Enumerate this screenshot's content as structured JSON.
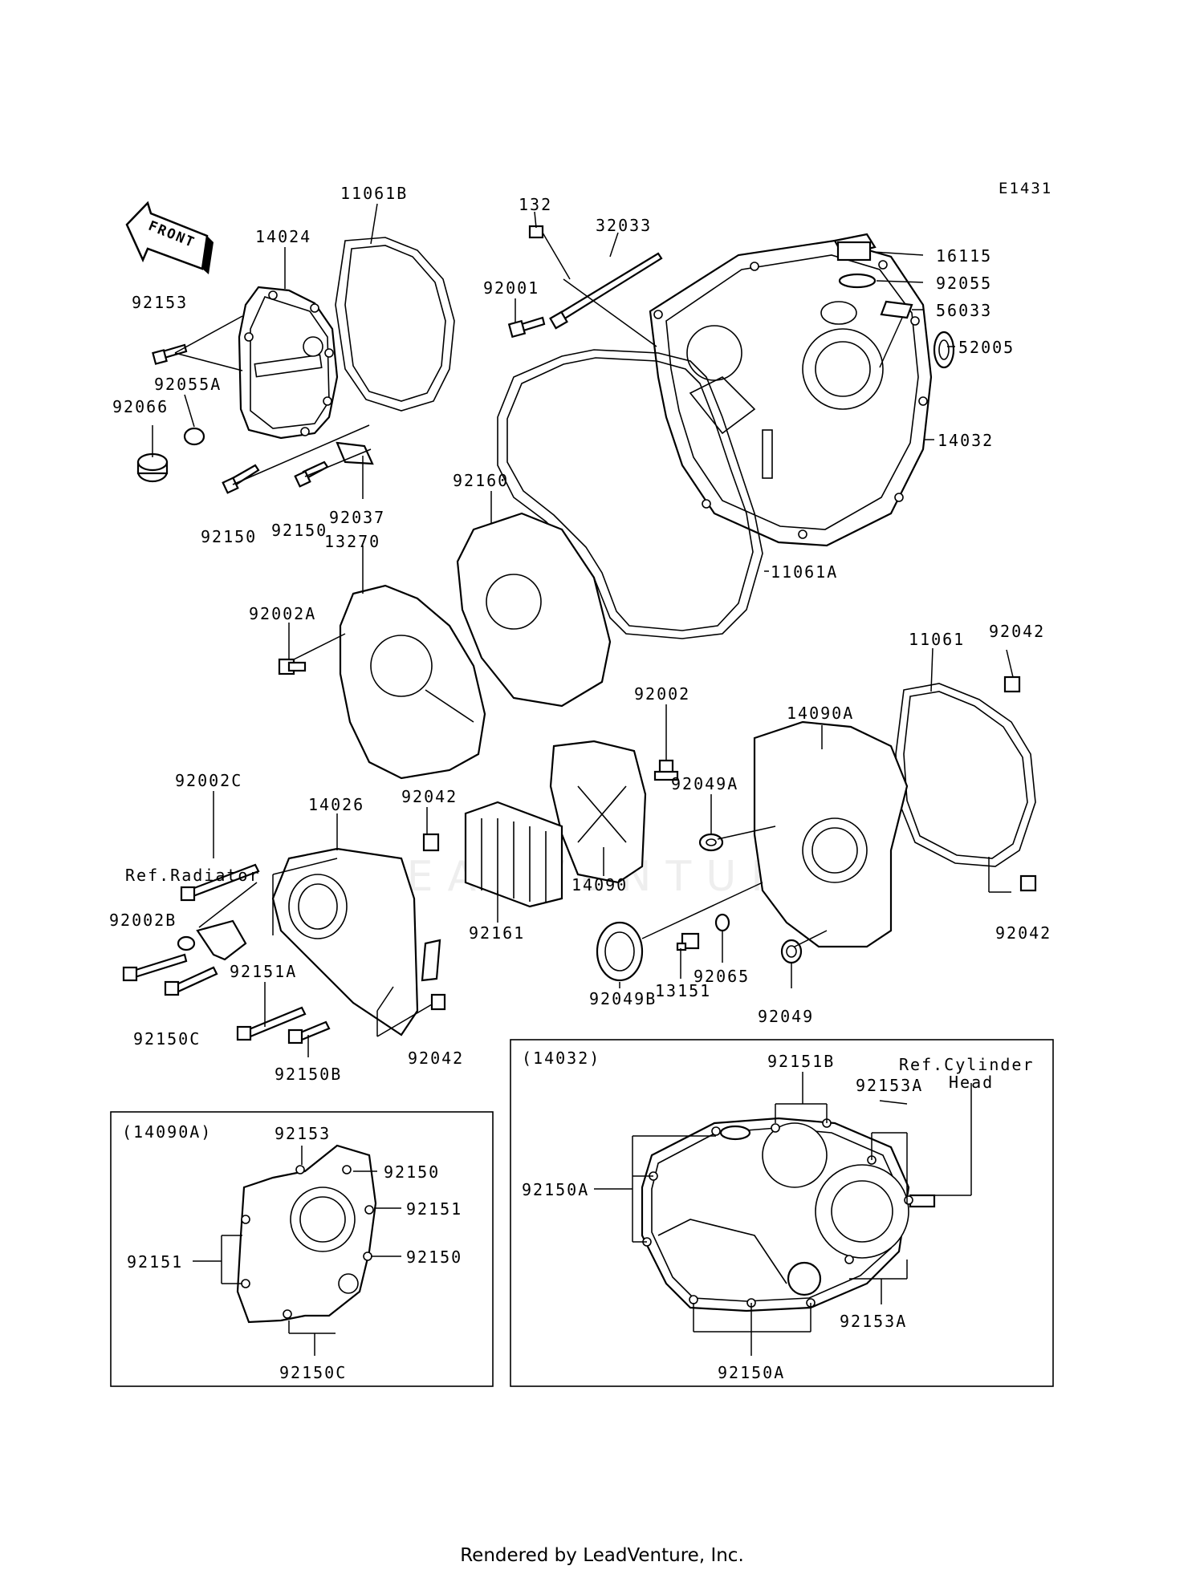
{
  "diagram_code": "E1431",
  "front_arrow_label": "FRONT",
  "footer": "Rendered by LeadVenture, Inc.",
  "watermark": "LEADVENTURE",
  "labels": {
    "p11061B": "11061B",
    "p14024": "14024",
    "p92153_top": "92153",
    "p92055A": "92055A",
    "p92066": "92066",
    "p92150_a": "92150",
    "p92150_b": "92150",
    "p92037": "92037",
    "p132": "132",
    "p32033": "32033",
    "p92001": "92001",
    "p16115": "16115",
    "p92055": "92055",
    "p56033": "56033",
    "p52005": "52005",
    "p14032": "14032",
    "p92160": "92160",
    "p11061A": "11061A",
    "p13270": "13270",
    "p92002A": "92002A",
    "p11061": "11061",
    "p92042_tr": "92042",
    "p92002": "92002",
    "p14090A": "14090A",
    "p92049A": "92049A",
    "p92002C": "92002C",
    "p14026": "14026",
    "p92042_mid": "92042",
    "p14090": "14090",
    "ref_radiator": "Ref.Radiator",
    "p92002B": "92002B",
    "p92161": "92161",
    "p92042_br": "92042",
    "p92151A": "92151A",
    "p92150C": "92150C",
    "p92150B": "92150B",
    "p92042_bot": "92042",
    "p92049B": "92049B",
    "p13151": "13151",
    "p92065": "92065",
    "p92049": "92049"
  },
  "inset_left": {
    "title": "(14090A)",
    "l92153": "92153",
    "l92150_a": "92150",
    "l92151_r": "92151",
    "l92150_b": "92150",
    "l92151_l": "92151",
    "l92150C": "92150C"
  },
  "inset_right": {
    "title": "(14032)",
    "l92151B": "92151B",
    "ref_cyl_1": "Ref.Cylinder",
    "ref_cyl_2": "Head",
    "l92153A_top": "92153A",
    "l92150A_left": "92150A",
    "l92153A_bot": "92153A",
    "l92150A_bot": "92150A"
  }
}
